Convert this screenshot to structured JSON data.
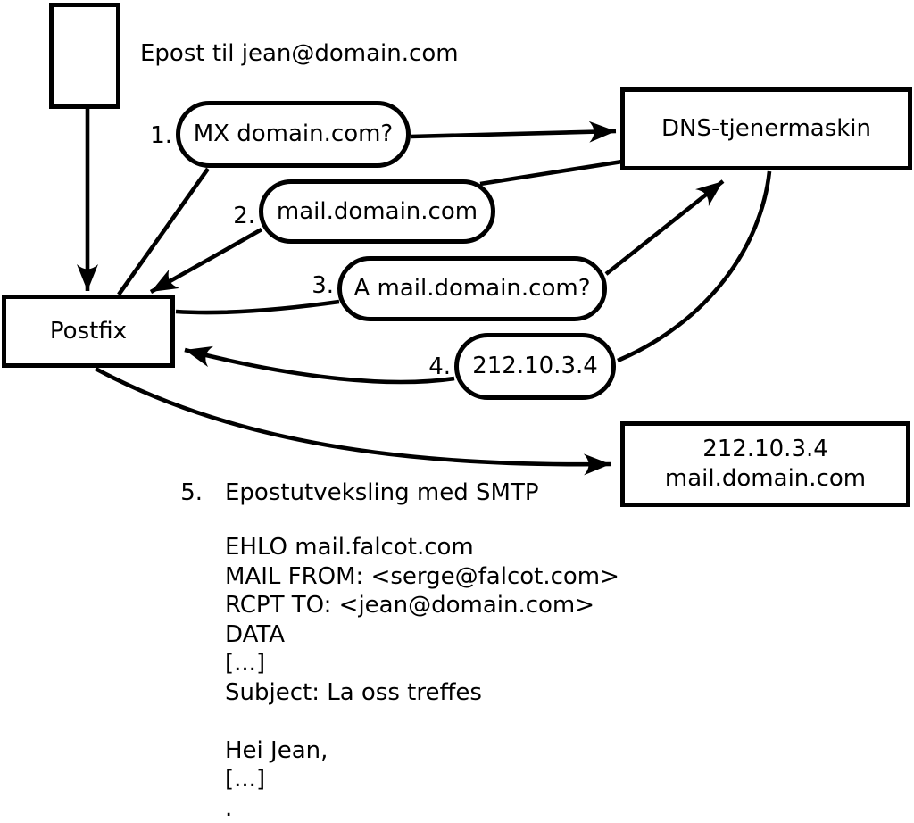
{
  "diagram": {
    "title": "Epost til jean@domain.com",
    "nodes": {
      "sender": "Postfix",
      "dns_server": "DNS-tjenermaskin",
      "destination_ip": "212.10.3.4",
      "destination_host": "mail.domain.com"
    },
    "steps": [
      {
        "num": "1.",
        "label": "MX domain.com?"
      },
      {
        "num": "2.",
        "label": "mail.domain.com"
      },
      {
        "num": "3.",
        "label": "A mail.domain.com?"
      },
      {
        "num": "4.",
        "label": "212.10.3.4"
      },
      {
        "num": "5.",
        "label": "Epostutveksling med SMTP"
      }
    ],
    "smtp_session": {
      "lines": [
        "EHLO mail.falcot.com",
        "MAIL FROM: <serge@falcot.com>",
        "RCPT TO: <jean@domain.com>",
        "DATA",
        "[...]",
        "Subject: La oss treffes",
        "",
        "Hei Jean,",
        "[...]",
        "."
      ]
    }
  },
  "colors": {
    "ink": "#000000",
    "background": "#ffffff"
  }
}
